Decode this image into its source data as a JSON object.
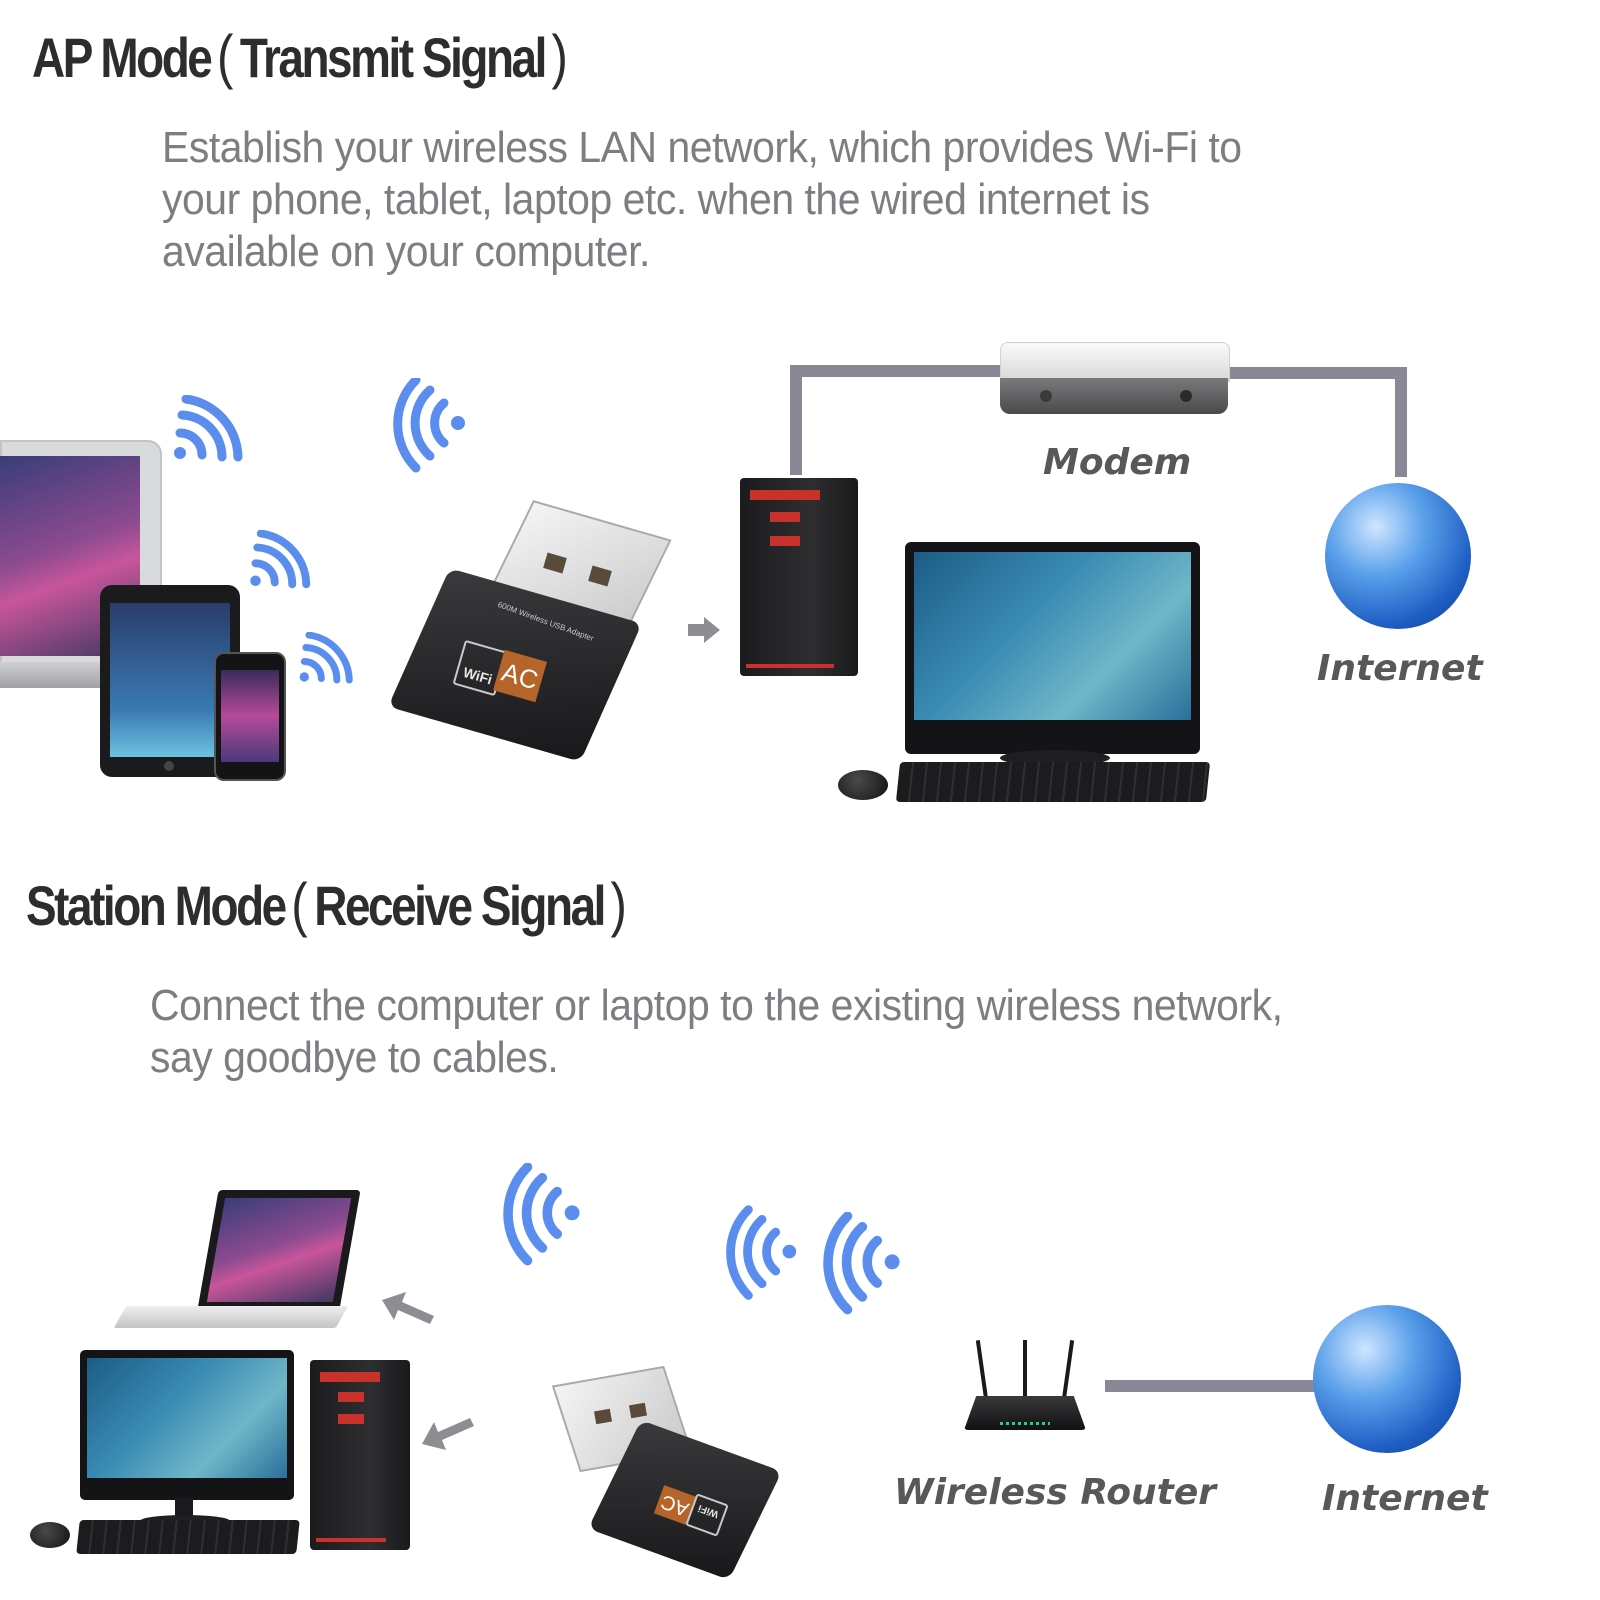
{
  "ap_mode": {
    "title": "AP Mode",
    "subtitle": "Transmit  Signal",
    "paren_open": "(",
    "paren_close": ")",
    "description_lines": [
      "Establish your wireless LAN network, which provides Wi-Fi to",
      "your phone, tablet, laptop etc. when the wired internet is",
      "available on your computer."
    ],
    "labels": {
      "modem": "Modem",
      "internet": "Internet"
    },
    "devices": [
      "laptop",
      "tablet",
      "smartphone",
      "usb-wifi-adapter",
      "desktop-tower",
      "monitor",
      "keyboard",
      "mouse",
      "modem",
      "globe"
    ]
  },
  "station_mode": {
    "title": "Station Mode",
    "subtitle": "Receive Signal",
    "paren_open": "(",
    "paren_close": ")",
    "description_lines": [
      "Connect the computer or laptop to the existing wireless network,",
      "say goodbye to cables."
    ],
    "labels": {
      "router": "Wireless Router",
      "internet": "Internet"
    },
    "devices": [
      "laptop",
      "monitor",
      "desktop-tower",
      "keyboard",
      "mouse",
      "usb-wifi-adapter",
      "wireless-router",
      "globe"
    ]
  },
  "adapter": {
    "product_text": "600M Wireless USB Adapter",
    "badge_wifi": "WiFi",
    "badge_ac": "AC"
  },
  "colors": {
    "heading": "#2d2d2f",
    "description": "#7d7d82",
    "label": "#58585a",
    "wifi_signal": "#5b8def",
    "cable": "#8a8896",
    "ac_badge": "#b5652a",
    "arrow": "#8e8e92"
  }
}
